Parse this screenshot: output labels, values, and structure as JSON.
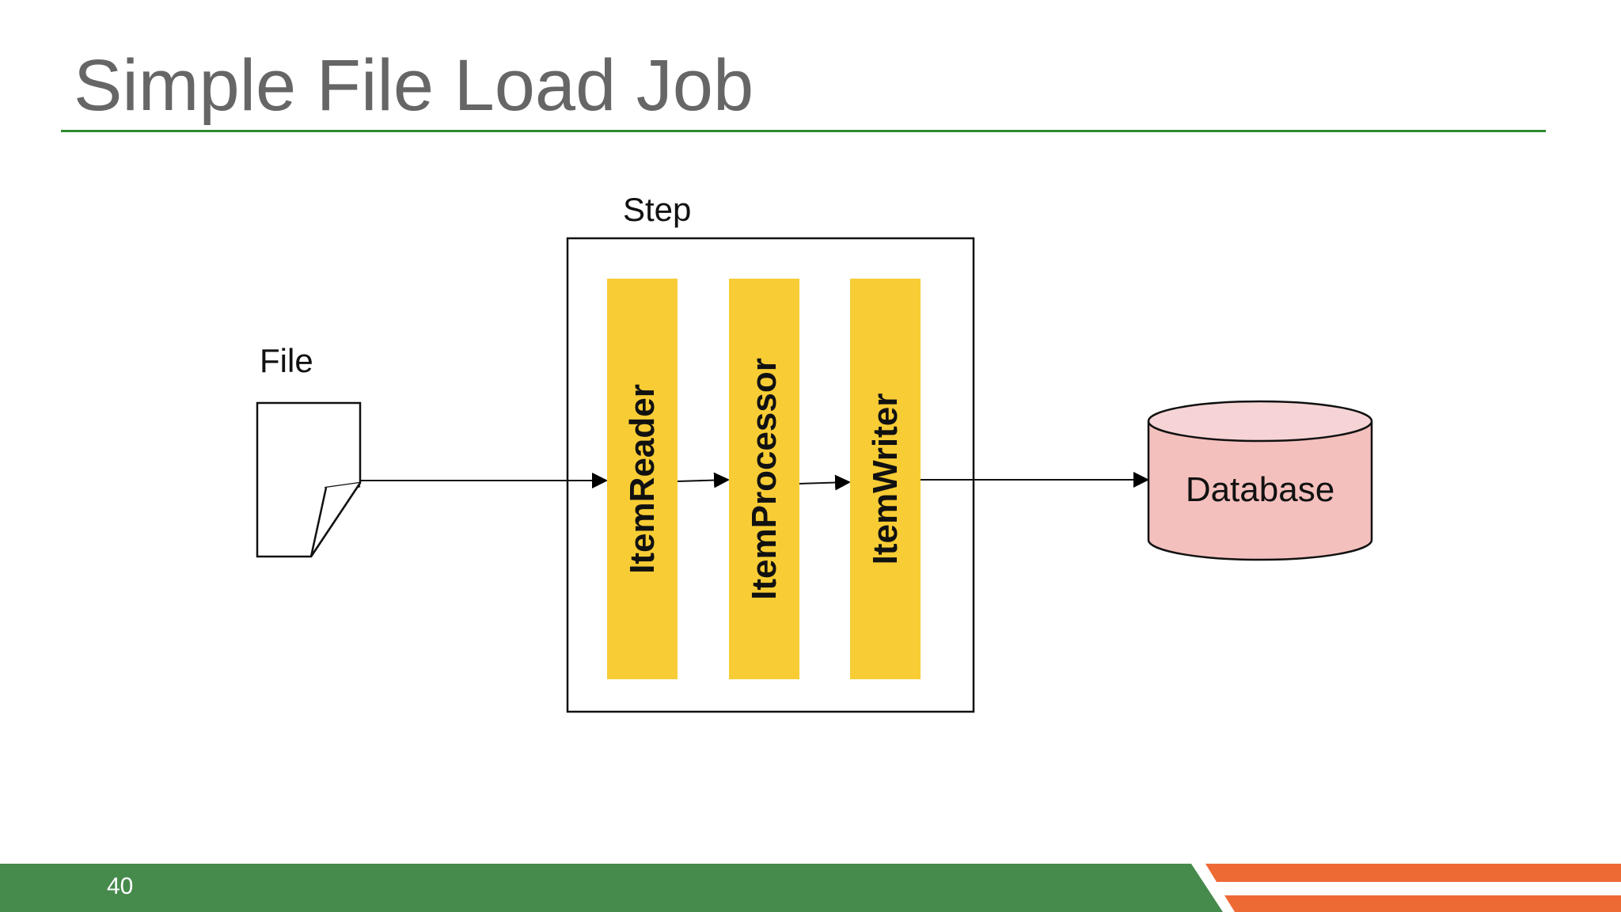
{
  "title": "Simple File Load Job",
  "diagram": {
    "file_label": "File",
    "step_label": "Step",
    "components": [
      "ItemReader",
      "ItemProcessor",
      "ItemWriter"
    ],
    "database_label": "Database"
  },
  "footer": {
    "page_number": "40"
  },
  "colors": {
    "accent_green": "#2e8b2e",
    "footer_green": "#468a4c",
    "orange": "#ee6a35",
    "bar_yellow": "#f7cc35",
    "db_pink": "#f4c2c2"
  }
}
